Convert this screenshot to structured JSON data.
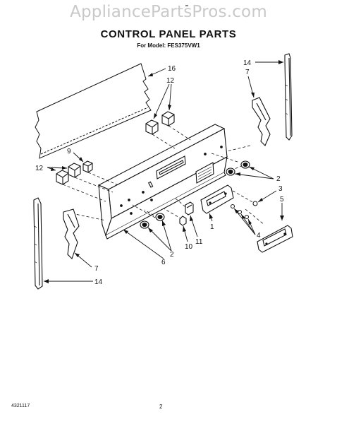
{
  "watermark": "AppliancePartsPros.com",
  "title": "CONTROL PANEL PARTS",
  "subtitle": "For Model: FES375VW1",
  "footer": {
    "doc_number": "4321117",
    "page_number": "2"
  },
  "callouts": {
    "c16": "16",
    "c12_top": "12",
    "c14_top": "14",
    "c7_top": "7",
    "c9": "9",
    "c12_left": "12",
    "c2_right": "2",
    "c3": "3",
    "c5": "5",
    "c1": "1",
    "c4": "4",
    "c11": "11",
    "c10": "10",
    "c2_bottom": "2",
    "c6": "6",
    "c7_bottom": "7",
    "c14_bottom": "14"
  },
  "colors": {
    "ink": "#111111",
    "watermark": "#c9c9c9",
    "background": "#ffffff"
  }
}
